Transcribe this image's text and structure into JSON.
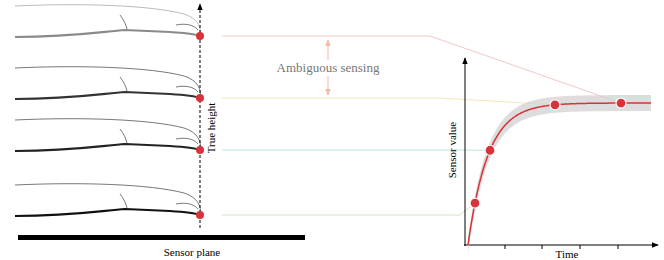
{
  "diagram": {
    "labels": [
      "Ambiguous sensing",
      "True height",
      "Sensor plane",
      "Sensor value",
      "Time"
    ]
  }
}
